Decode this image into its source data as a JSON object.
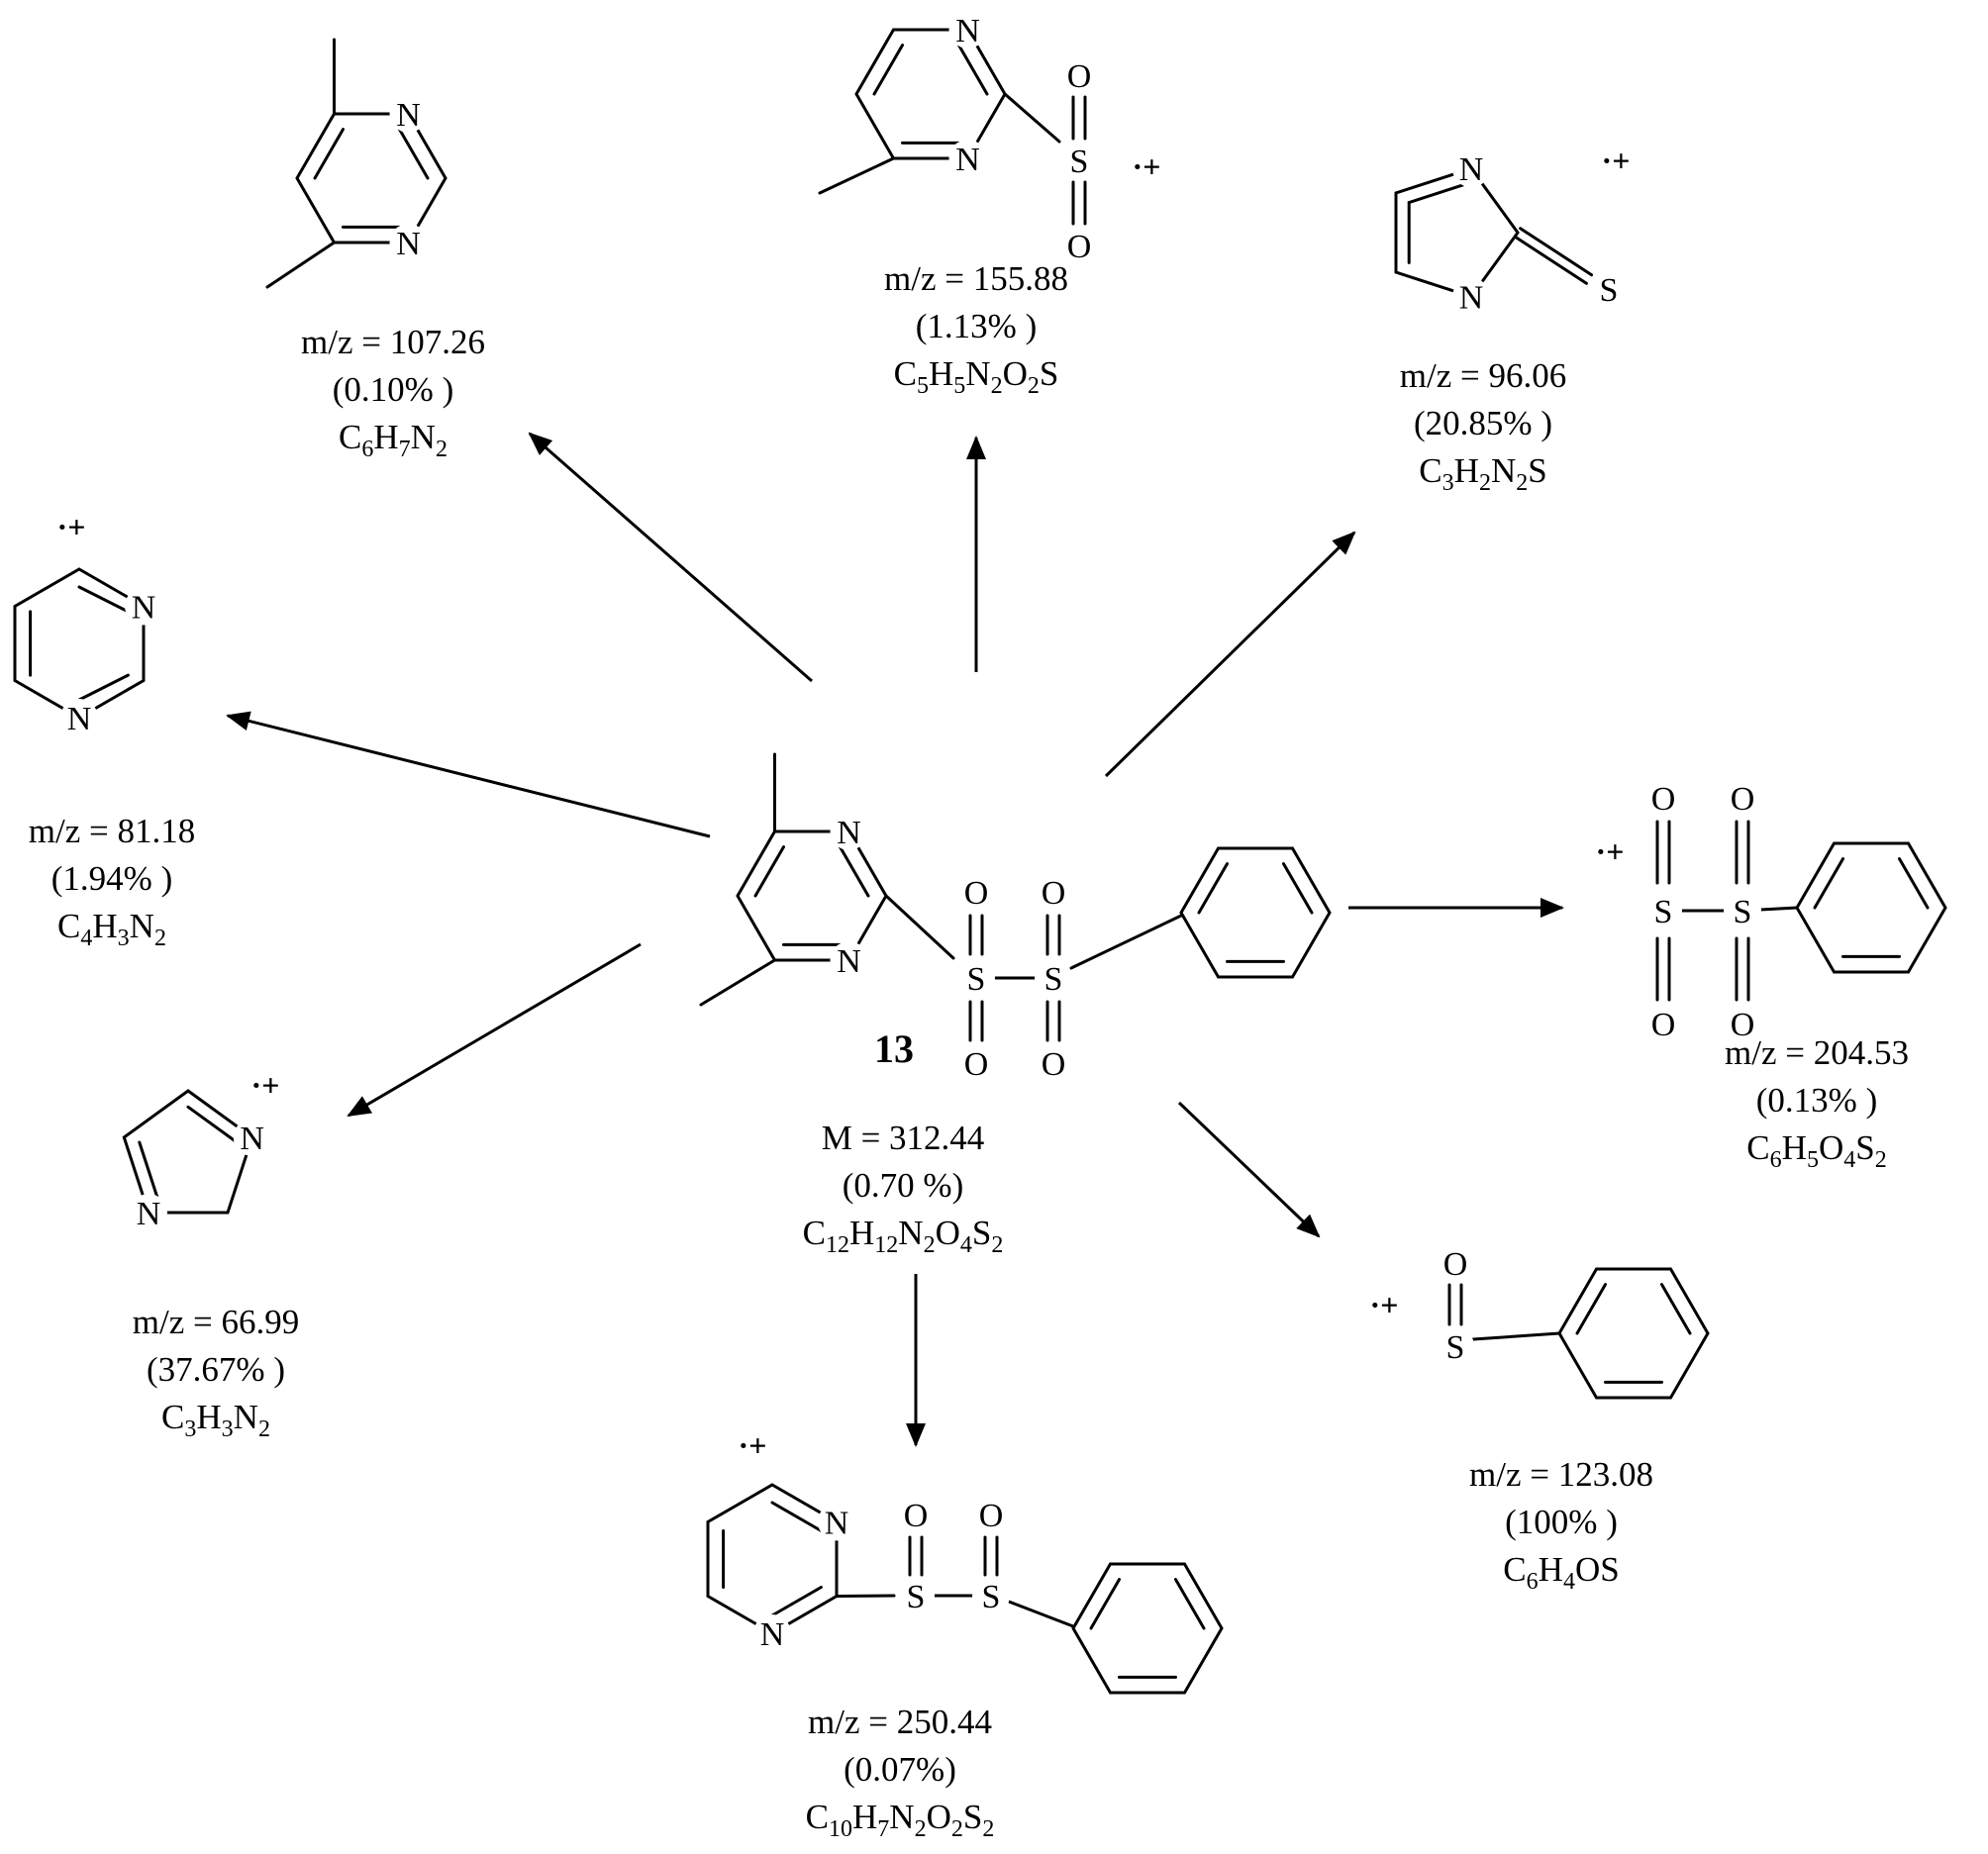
{
  "colors": {
    "ink": "#000000",
    "background": "#ffffff"
  },
  "atoms": {
    "N": "N",
    "S": "S",
    "O": "O"
  },
  "symbols": {
    "radical_cation": "·+"
  },
  "central": {
    "label": "13",
    "mass": "M = 312.44",
    "percent": "(0.70 %)",
    "formula": "C12H12N2O4S2"
  },
  "fragments": {
    "dimethylpyrimidine": {
      "mz": "m/z = 107.26",
      "percent": "(0.10% )",
      "formula": "C6H7N2"
    },
    "methylpyrimidine_sulfonyl": {
      "mz": "m/z = 155.88",
      "percent": "(1.13% )",
      "formula": "C5H5N2O2S"
    },
    "imidazolethione": {
      "mz": "m/z = 96.06",
      "percent": "(20.85% )",
      "formula": "C3H2N2S"
    },
    "pyrimidine": {
      "mz": "m/z = 81.18",
      "percent": "(1.94% )",
      "formula": "C4H3N2"
    },
    "imidazole": {
      "mz": "m/z = 66.99",
      "percent": "(37.67% )",
      "formula": "C3H3N2"
    },
    "phenyl_disulfonyl": {
      "mz": "m/z = 204.53",
      "percent": "(0.13% )",
      "formula": "C6H5O4S2"
    },
    "phenyl_sulfinyl": {
      "mz": "m/z = 123.08",
      "percent": "(100% )",
      "formula": "C6H4OS"
    },
    "pyrimidinyl_disulfinyl_phenyl": {
      "mz": "m/z = 250.44",
      "percent": "(0.07%)",
      "formula": "C10H7N2O2S2"
    }
  }
}
